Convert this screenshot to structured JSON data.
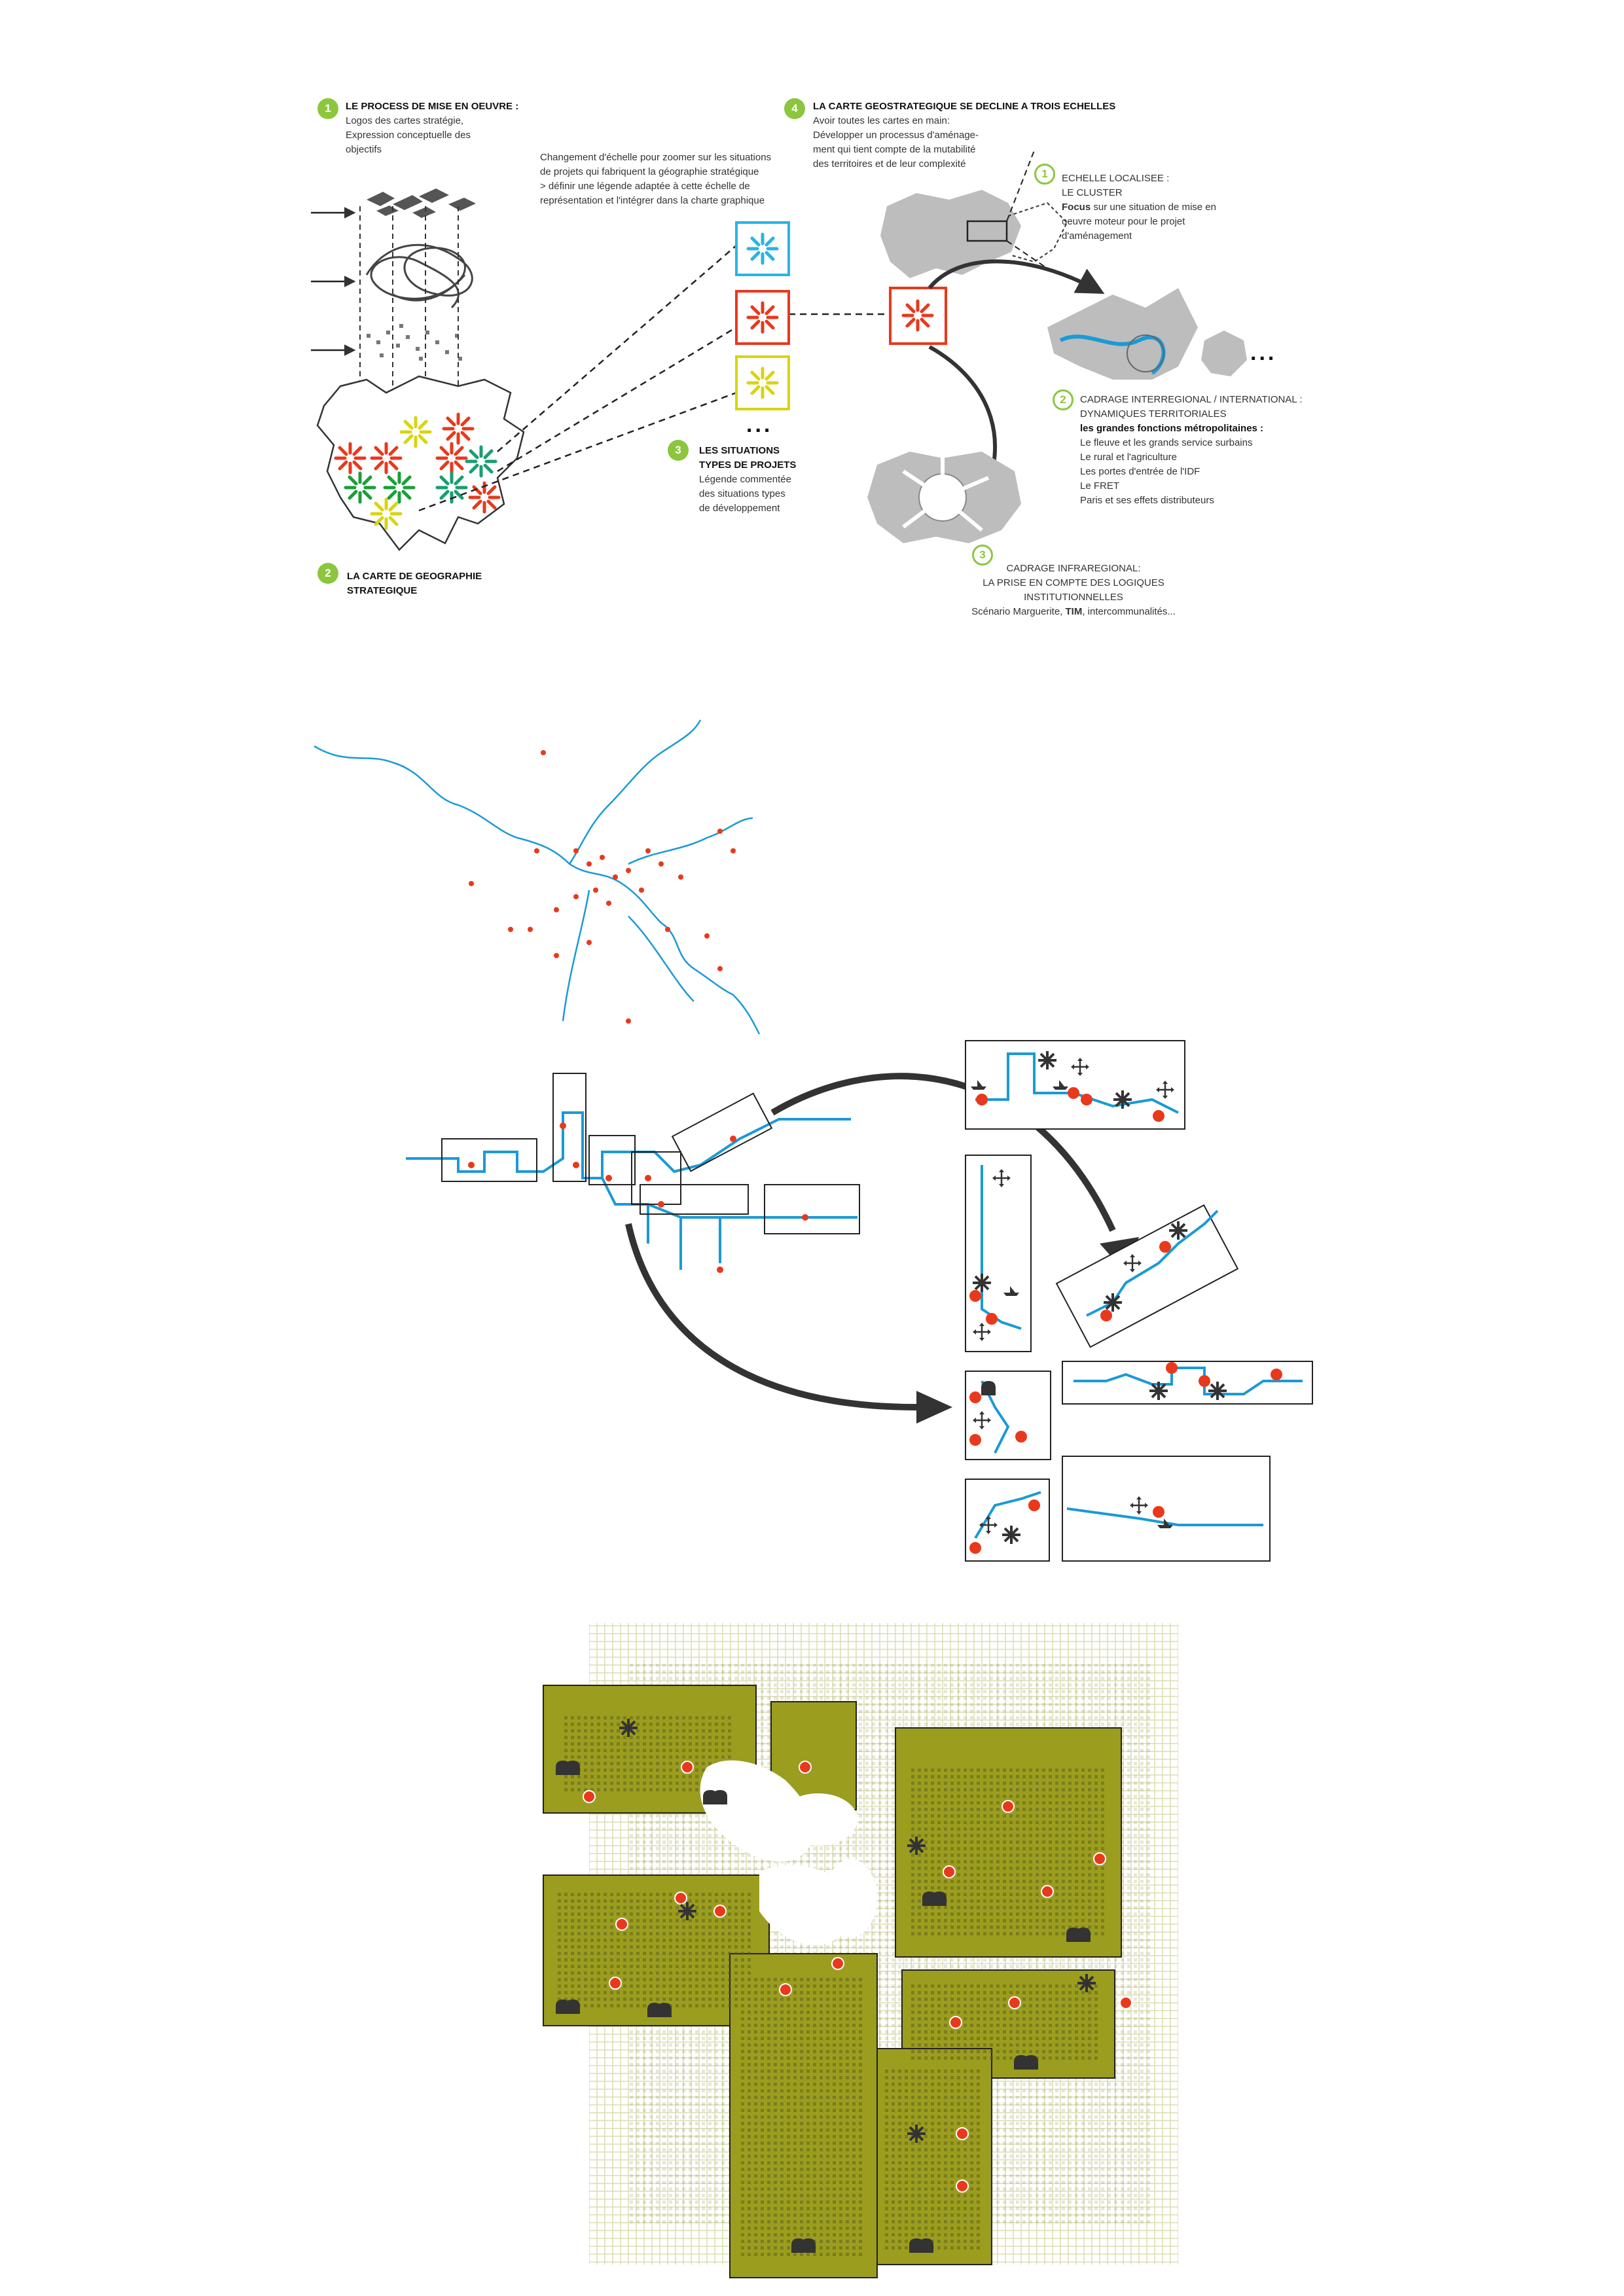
{
  "colors": {
    "green": "#8cc63f",
    "olive": "#9b9d1f",
    "red": "#e8391d",
    "blue": "#1b9ad6",
    "cyan": "#2ab3e6",
    "yellow": "#d9d411",
    "grey": "#bdbdbd",
    "dark": "#3a3a3a"
  },
  "step1": {
    "number": "1",
    "title": "LE PROCESS DE MISE EN OEUVRE :",
    "lines": [
      "Logos des cartes stratégie,",
      "Expression conceptuelle des",
      "objectifs"
    ]
  },
  "zoom_note": {
    "lines": [
      "Changement d'échelle pour zoomer sur les situations",
      "de projets qui fabriquent la géographie stratégique",
      "> définir une légende adaptée à cette échelle de",
      "représentation et l'intégrer dans la charte graphique"
    ]
  },
  "step2": {
    "number": "2",
    "title_lines": [
      "LA CARTE DE GEOGRAPHIE",
      "STRATEGIQUE"
    ]
  },
  "step3": {
    "number": "3",
    "title_lines": [
      "LES SITUATIONS",
      "TYPES DE PROJETS"
    ],
    "lines": [
      "Légende commentée",
      "des situations types",
      "de développement"
    ],
    "ellipsis": "..."
  },
  "step4": {
    "number": "4",
    "title": "LA CARTE GEOSTRATEGIQUE SE DECLINE A TROIS ECHELLES",
    "lines": [
      "Avoir toutes les cartes en main:",
      "Développer un processus d'aménage-",
      "ment qui tient compte de la mutabilité",
      "des territoires et de leur complexité"
    ]
  },
  "scale1": {
    "number": "1",
    "title_lines": [
      "ECHELLE LOCALISEE :",
      "LE CLUSTER"
    ],
    "focus_bold": "Focus",
    "focus_rest": " sur une situation de mise en",
    "lines": [
      "oeuvre moteur pour le projet",
      "d'aménagement"
    ]
  },
  "scale2": {
    "number": "2",
    "title_lines": [
      "CADRAGE INTERREGIONAL / INTERNATIONAL :",
      "DYNAMIQUES TERRITORIALES"
    ],
    "subtitle": "les grandes fonctions métropolitaines :",
    "items": [
      "Le fleuve et les grands service surbains",
      "Le rural et l'agriculture",
      "Les portes d'entrée de l'IDF",
      "Le FRET",
      "Paris et ses effets distributeurs"
    ],
    "ellipsis": "..."
  },
  "scale3": {
    "number": "3",
    "title_lines": [
      "CADRAGE INFRAREGIONAL:",
      "LA PRISE EN COMPTE DES LOGIQUES",
      "INSTITUTIONNELLES"
    ],
    "last_pre": "Scénario Marguerite, ",
    "last_bold": "TIM",
    "last_post": ", intercommunalités..."
  },
  "icons": [
    "arrow-icon",
    "burst-icon",
    "star-icon",
    "settlement-icon",
    "boat-icon",
    "crane-icon"
  ]
}
